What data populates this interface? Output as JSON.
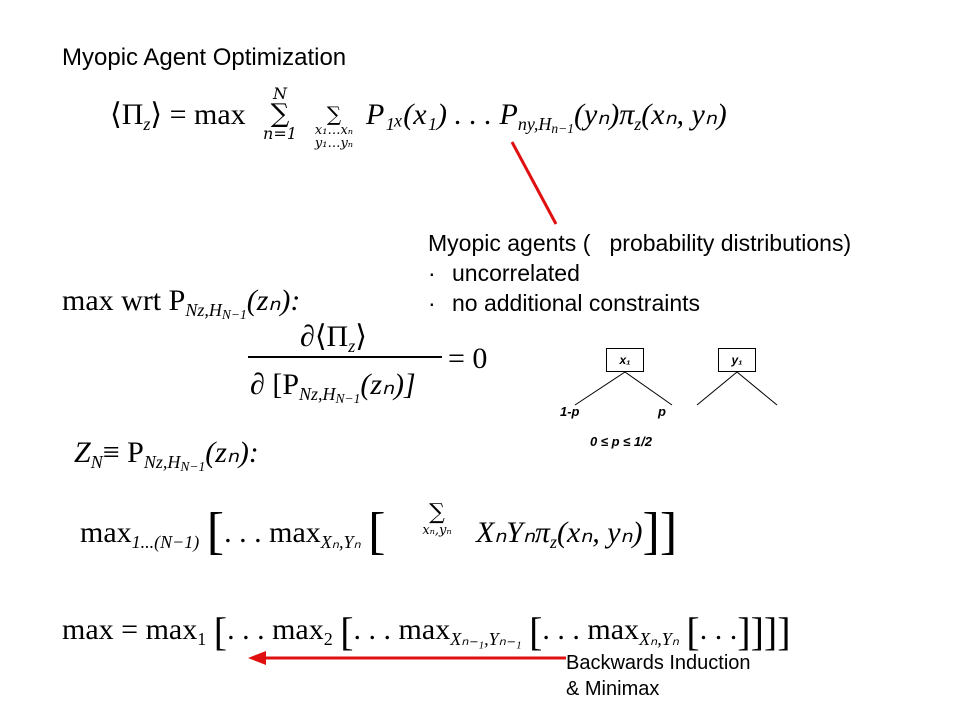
{
  "title": "Myopic Agent Optimization",
  "eq1": {
    "lhs": "⟨Π",
    "lhs_sub": "z",
    "lhs_close": "⟩ = max",
    "sum_top": "N",
    "sum_bottom": "n=1",
    "inner_sum_sub1": "x₁…xₙ",
    "inner_sum_sub2": "y₁…yₙ",
    "terms": "P₁ₓ(x₁) . . . P",
    "terms_sub": "ny,H",
    "terms_subsub": "n−1",
    "terms_tail": "(yₙ)π",
    "terms_tail_sub": "z",
    "terms_tail_end": "(xₙ, yₙ)"
  },
  "annotation": {
    "line1": "Myopic agents (   probability distributions)",
    "line2": "uncorrelated",
    "line3": "no additional constraints"
  },
  "eq2": {
    "text": "max wrt P",
    "sub": "Nz,H",
    "subsub": "N−1",
    "tail": "(zₙ):"
  },
  "eq3": {
    "numerator": "∂⟨Π",
    "numerator_sub": "z",
    "numerator_close": "⟩",
    "denominator": "∂ [P",
    "denominator_sub": "Nz,H",
    "denominator_subsub": "N−1",
    "denominator_tail": "(zₙ)]",
    "rhs": "= 0"
  },
  "tree": {
    "x_label": "x₁",
    "y_label": "y₁",
    "left_branch": "1-p",
    "right_branch": "p",
    "constraint": "0 ≤ p ≤ 1/2"
  },
  "eq4": {
    "text": "Z",
    "sub": "N",
    "mid": "≡ P",
    "p_sub": "Nz,H",
    "p_subsub": "N−1",
    "tail": "(zₙ):"
  },
  "eq5": {
    "max": "max",
    "max_sub": "1...(N−1)",
    "dots_max": ". . . max",
    "dots_max_sub": "Xₙ,Yₙ",
    "sum_sub": "xₙ,yₙ",
    "body": "XₙYₙπ",
    "body_sub": "z",
    "body_tail": "(xₙ, yₙ)"
  },
  "eq6": {
    "lhs": "max = max",
    "lhs_sub": "1",
    "p1": ". . . max",
    "p1_sub": "2",
    "p2": ". . . max",
    "p2_sub": "Xₙ₋₁,Yₙ₋₁",
    "p3": ". . . max",
    "p3_sub": "Xₙ,Yₙ",
    "p4": ". . ."
  },
  "footer": {
    "line1": "Backwards Induction",
    "line2": "& Minimax"
  },
  "colors": {
    "arrow": "#e01010",
    "text": "#000000"
  }
}
